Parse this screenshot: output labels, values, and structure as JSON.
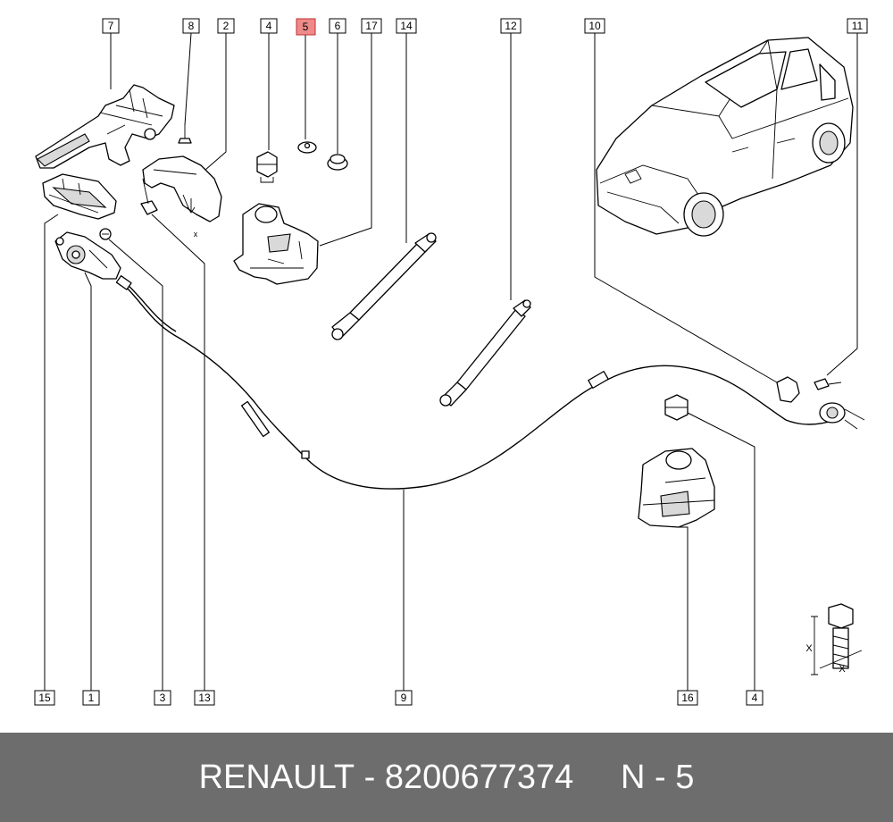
{
  "callouts": {
    "c7": "7",
    "c8": "8",
    "c2": "2",
    "c4": "4",
    "c5": "5",
    "c6": "6",
    "c17": "17",
    "c14": "14",
    "c12": "12",
    "c10": "10",
    "c11": "11",
    "c15": "15",
    "c1": "1",
    "c3": "3",
    "c13": "13",
    "c9": "9",
    "c16": "16",
    "c4b": "4"
  },
  "highlight": {
    "part": "5",
    "color": "#ef8a8a"
  },
  "annotations": {
    "x_small": "x",
    "x_bolt_left": "X",
    "x_bolt_right": "X"
  },
  "footer": {
    "brand": "RENAULT",
    "separator": " - ",
    "part_number": "8200677374",
    "gap": "     ",
    "ref": "N - 5"
  }
}
